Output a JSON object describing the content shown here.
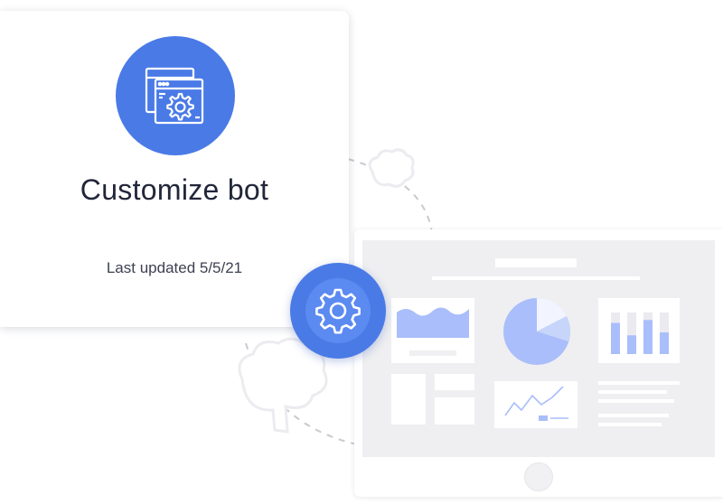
{
  "card": {
    "title": "Customize bot",
    "last_updated": "Last updated 5/5/21",
    "icon": "window-gear-icon"
  },
  "badge": {
    "icon": "gear-icon"
  },
  "dashboard": {
    "icons": [
      "area-chart-icon",
      "pie-chart-icon",
      "bar-chart-icon",
      "line-chart-icon",
      "brain-icon"
    ],
    "bar_chart": {
      "values": [
        0.75,
        0.45,
        0.82,
        0.52
      ]
    }
  },
  "colors": {
    "primary": "#4a7ae6",
    "chart_fill": "#a9befa",
    "title_text": "#22263a",
    "screen_bg": "#efeff1"
  }
}
